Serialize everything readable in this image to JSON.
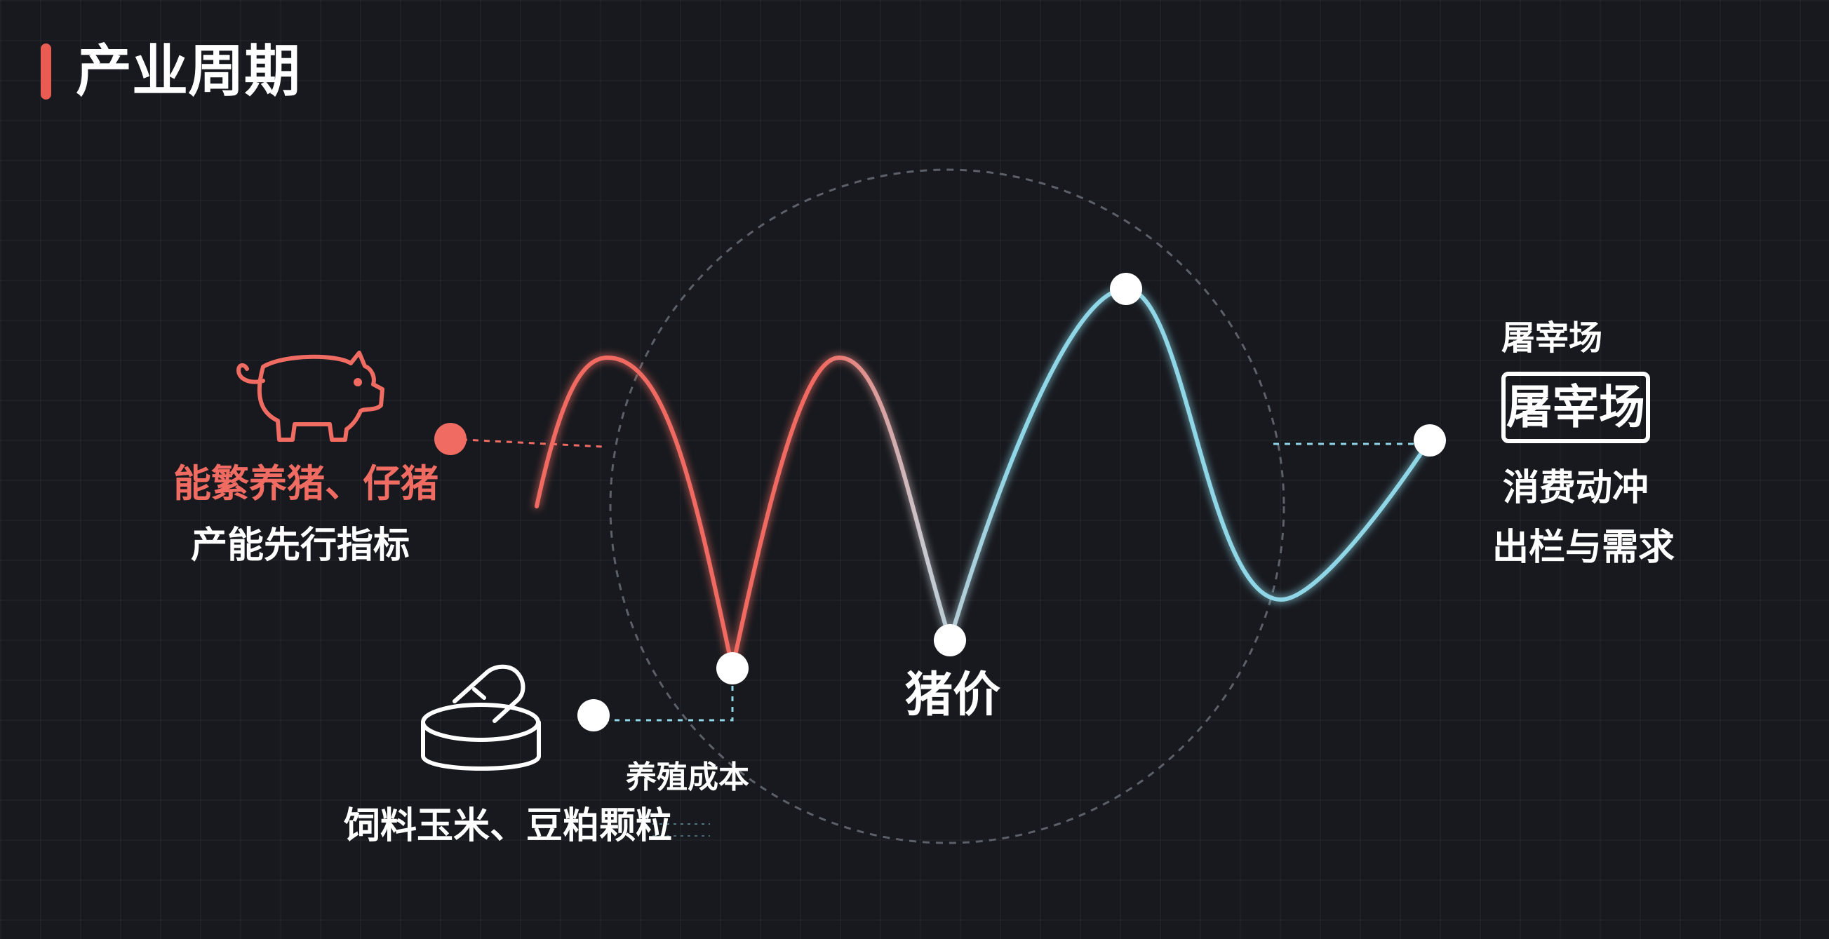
{
  "title": "产业周期",
  "center_label": "猪价",
  "left_node": {
    "title": "能繁养猪、仔猪",
    "subtitle": "产能先行指标",
    "icon": "pig-icon",
    "color": "#f06b62"
  },
  "bottom_node": {
    "title": "养殖成本",
    "subtitle": "饲料玉米、豆粕颗粒",
    "icon": "feed-bowl-icon"
  },
  "right_node": {
    "heading": "屠宰场",
    "stamp": "屠宰场",
    "line1": "消费动冲",
    "line2": "出栏与需求"
  },
  "colors": {
    "background": "#17191e",
    "accent_red": "#ea5b52",
    "curve_red": "#f06b62",
    "curve_cyan": "#8fd6e6"
  }
}
